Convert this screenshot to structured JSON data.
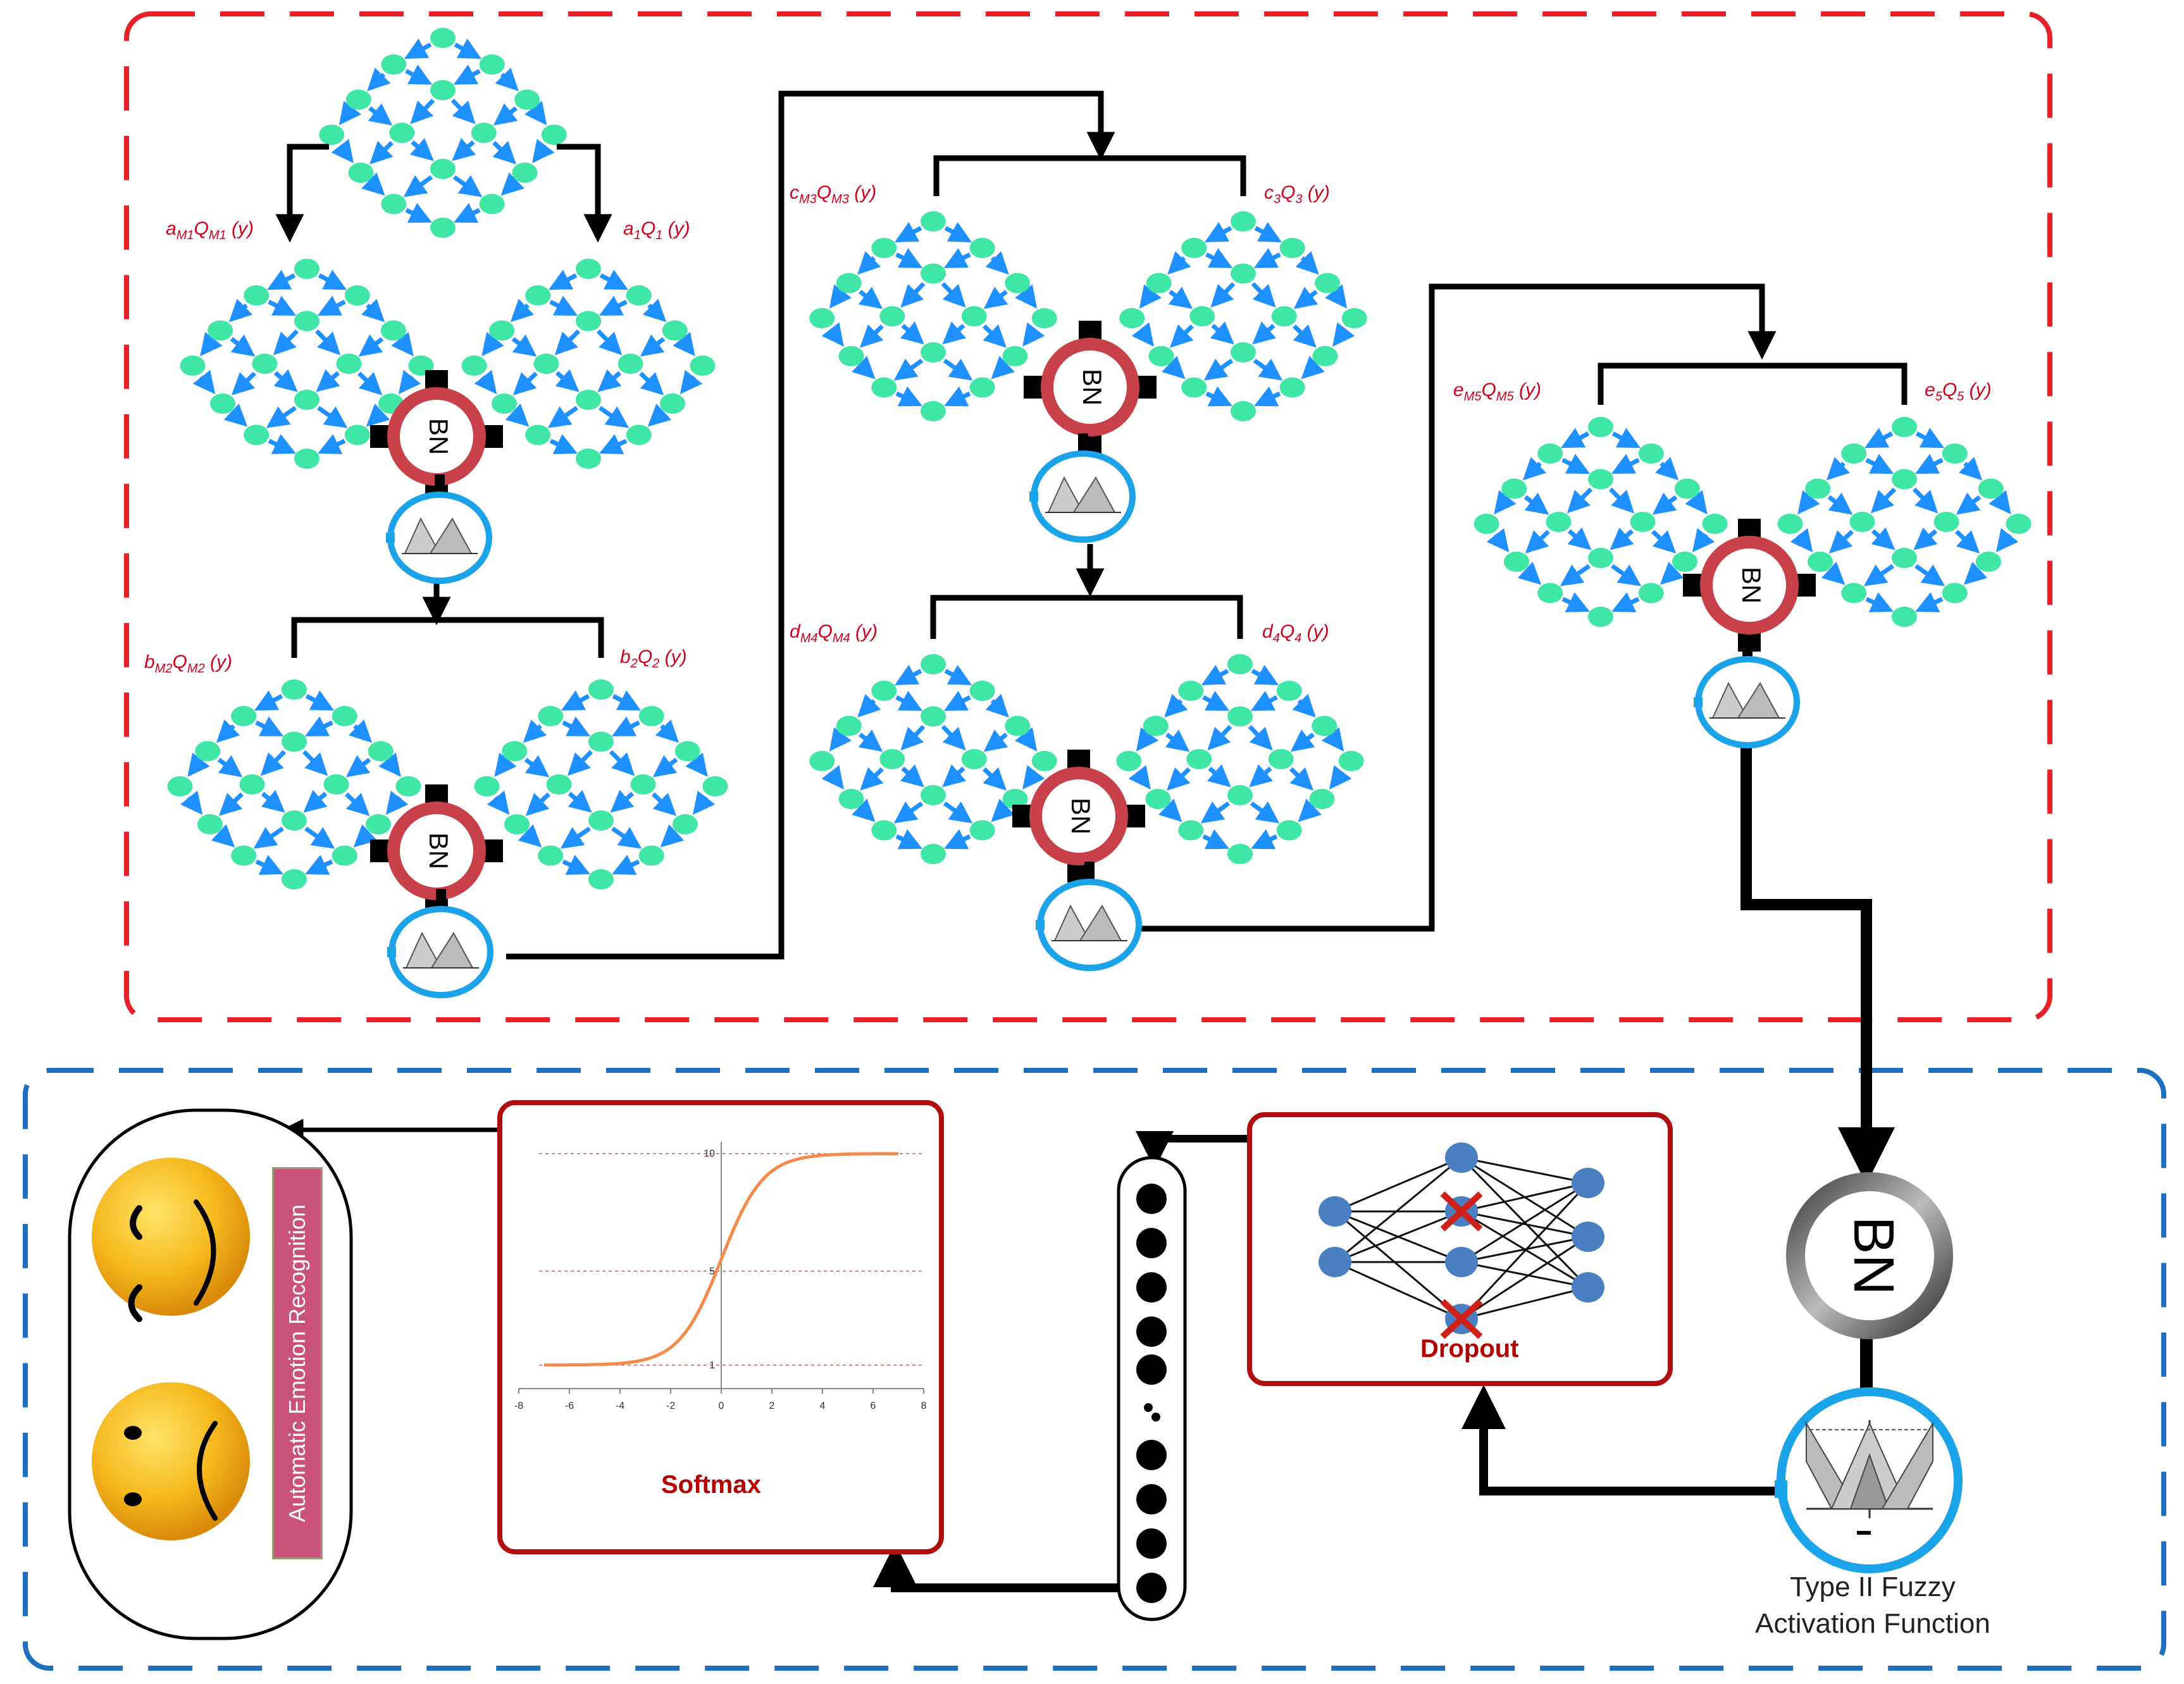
{
  "labels": {
    "a_m1": {
      "base": "a",
      "sub1": "M1",
      "q": "Q",
      "sub2": "M1",
      "tail": " (y)"
    },
    "a_1": {
      "base": "a",
      "sub1": "1",
      "q": "Q",
      "sub2": "1",
      "tail": " (y)"
    },
    "b_m2": {
      "base": "b",
      "sub1": "M2",
      "q": "Q",
      "sub2": "M2",
      "tail": " (y)"
    },
    "b_2": {
      "base": "b",
      "sub1": "2",
      "q": "Q",
      "sub2": "2",
      "tail": " (y)"
    },
    "c_m3": {
      "base": "c",
      "sub1": "M3",
      "q": "Q",
      "sub2": "M3",
      "tail": " (y)"
    },
    "c_3": {
      "base": "c",
      "sub1": "3",
      "q": "Q",
      "sub2": "3",
      "tail": " (y)"
    },
    "d_m4": {
      "base": "d",
      "sub1": "M4",
      "q": "Q",
      "sub2": "M4",
      "tail": " (y)"
    },
    "d_4": {
      "base": "d",
      "sub1": "4",
      "q": "Q",
      "sub2": "4",
      "tail": " (y)"
    },
    "e_m5": {
      "base": "e",
      "sub1": "M5",
      "q": "Q",
      "sub2": "M5",
      "tail": " (y)"
    },
    "e_5": {
      "base": "e",
      "sub1": "5",
      "q": "Q",
      "sub2": "5",
      "tail": " (y)"
    }
  },
  "bn_label": "BN",
  "softmax": {
    "title": "Softmax",
    "x_ticks": [
      "-8",
      "-6",
      "-4",
      "-2",
      "0",
      "2",
      "4",
      "6",
      "8"
    ],
    "y_ticks": [
      "1",
      "5",
      "10"
    ]
  },
  "dropout_title": "Dropout",
  "activation_caption": [
    "Type II Fuzzy",
    "Activation Function"
  ],
  "output_label": "Automatic Emotion Recognition",
  "colors": {
    "red_dash": "#e8202a",
    "blue_dash": "#1f6fc0",
    "node": "#3fe6a5",
    "edge": "#1e90ff",
    "bn_ring": "#c8404a",
    "activation_ring": "#1aa3e8",
    "box_border": "#b00f0f",
    "sigmoid": "#f5894a",
    "dropout_node": "#4a7fc1"
  }
}
